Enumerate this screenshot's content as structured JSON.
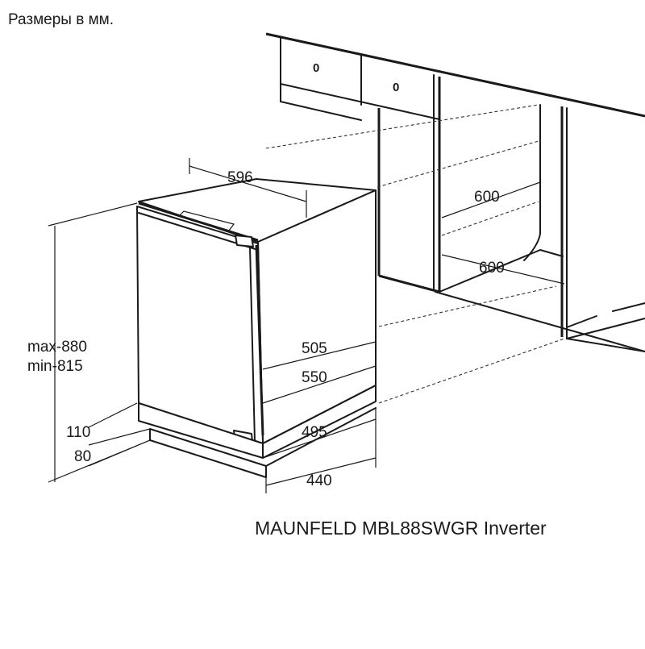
{
  "caption": "Размеры в мм.",
  "model": "MAUNFELD MBL88SWGR Inverter",
  "drawer_knobs": [
    "0",
    "0"
  ],
  "dimensions": {
    "width": "596",
    "height_max": "max-880",
    "height_min": "min-815",
    "plinth_110": "110",
    "plinth_80": "80",
    "depth_505": "505",
    "depth_550": "550",
    "depth_495": "495",
    "depth_440": "440",
    "niche_width": "600",
    "niche_depth": "600"
  }
}
